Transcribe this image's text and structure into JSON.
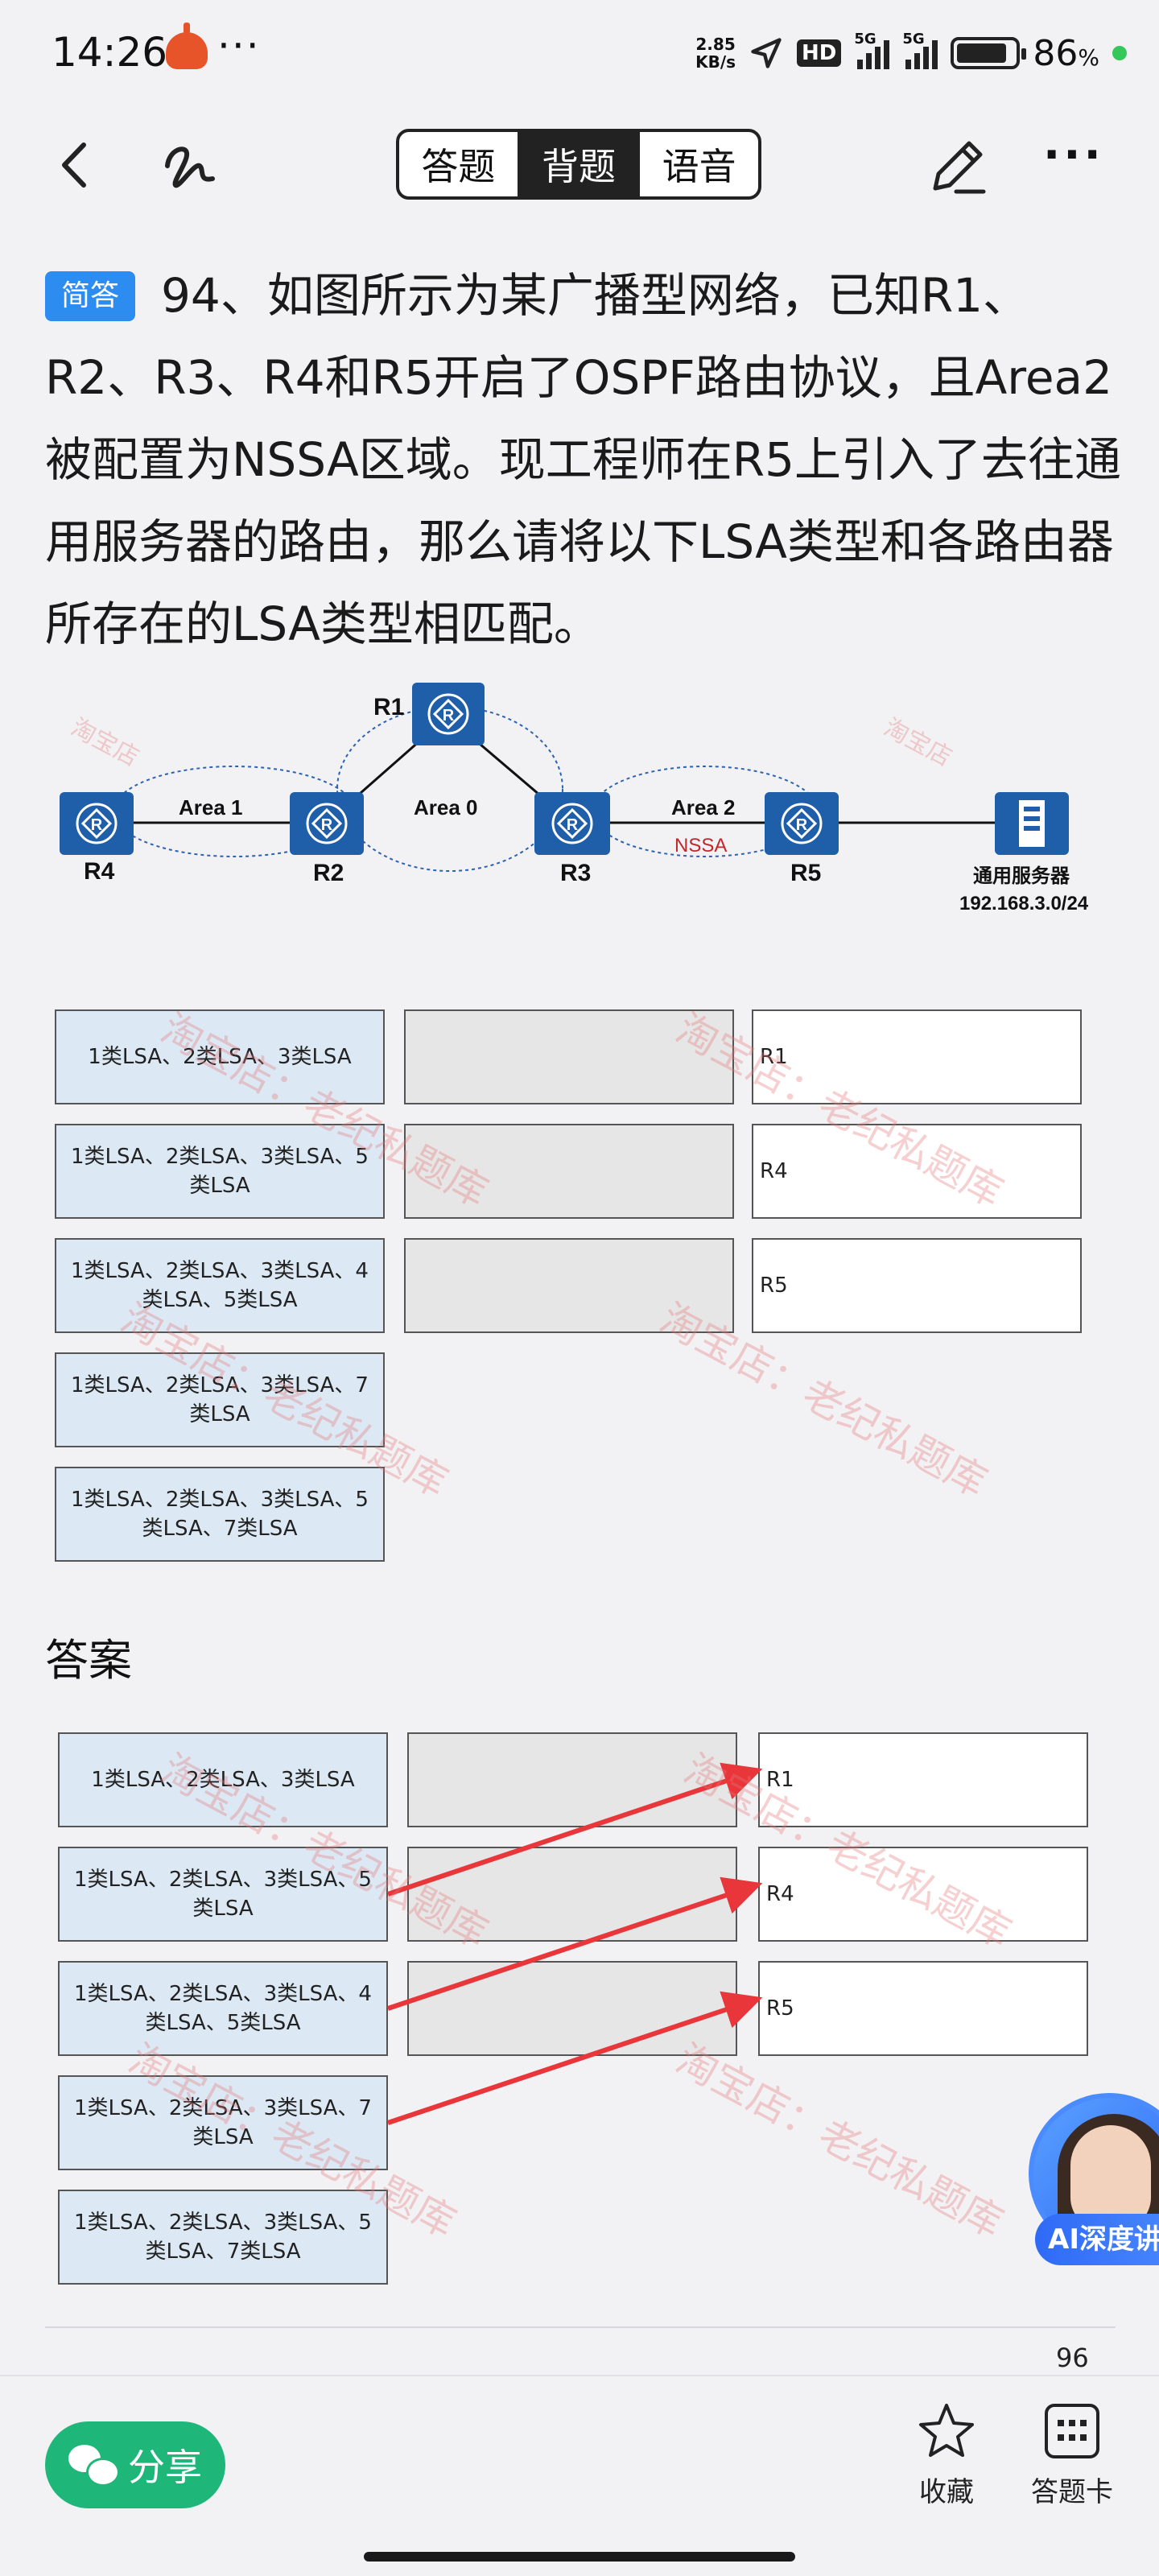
{
  "status_bar": {
    "time": "14:26",
    "more": "···",
    "speed_value": "2.85",
    "speed_unit": "KB/s",
    "hd_badge": "HD",
    "net1": "5G",
    "net2": "5G",
    "battery_percent": "86",
    "battery_unit": "%",
    "battery_level": 0.86
  },
  "nav": {
    "tabs": [
      {
        "label": "答题",
        "active": false
      },
      {
        "label": "背题",
        "active": true
      },
      {
        "label": "语音",
        "active": false
      }
    ],
    "more": "···"
  },
  "question": {
    "tag": "简答",
    "text": "94、如图所示为某广播型网络，已知R1、R2、R3、R4和R5开启了OSPF路由协议，且Area2被配置为NSSA区域。现工程师在R5上引入了去往通用服务器的路由，那么请将以下LSA类型和各路由器所存在的LSA类型相匹配。"
  },
  "topology": {
    "routers": [
      "R1",
      "R2",
      "R3",
      "R4",
      "R5"
    ],
    "areas": [
      "Area 1",
      "Area 0",
      "Area 2"
    ],
    "nssa": "NSSA",
    "server_name": "通用服务器",
    "server_ip": "192.168.3.0/24",
    "router_glyph": "R"
  },
  "watermark": "淘宝店：老纪私题库",
  "watermark_small": "淘宝店",
  "lsa_options": [
    "1类LSA、2类LSA、3类LSA",
    "1类LSA、2类LSA、3类LSA、5类LSA",
    "1类LSA、2类LSA、3类LSA、4类LSA、5类LSA",
    "1类LSA、2类LSA、3类LSA、7类LSA",
    "1类LSA、2类LSA、3类LSA、5类LSA、7类LSA"
  ],
  "targets": [
    "R1",
    "R4",
    "R5"
  ],
  "answer_title": "答案",
  "answer_matches": [
    {
      "option": 1,
      "target": "R1"
    },
    {
      "option": 2,
      "target": "R4"
    },
    {
      "option": 3,
      "target": "R5"
    }
  ],
  "assistant": {
    "label": "AI深度讲"
  },
  "page_number": "96",
  "bottom": {
    "share": "分享",
    "favorite": "收藏",
    "answer_card": "答题卡"
  },
  "colors": {
    "accent_blue": "#2d8cf0",
    "router_blue": "#1f5ea8",
    "share_green": "#1fb67a",
    "arrow_red": "#e8363a",
    "lsa_box": "#dce9f4"
  }
}
